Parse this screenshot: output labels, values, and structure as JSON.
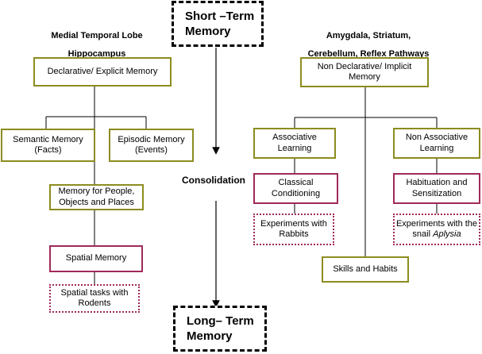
{
  "memory_types": {
    "short_term": "Short –Term Memory",
    "long_term": "Long– Term Memory",
    "consolidation": "Consolidation"
  },
  "left": {
    "brain_region_line1": "Medial Temporal Lobe",
    "brain_region_line2": "Hippocampus",
    "root": "Declarative/ Explicit Memory",
    "semantic": "Semantic Memory",
    "semantic_sub": "(Facts)",
    "episodic": "Episodic Memory",
    "episodic_sub": "(Events)",
    "people_objects": "Memory for People, Objects and Places",
    "spatial": "Spatial Memory",
    "spatial_tasks": "Spatial tasks with Rodents"
  },
  "right": {
    "brain_region_line1": "Amygdala, Striatum,",
    "brain_region_line2": "Cerebellum, Reflex Pathways",
    "root": "Non Declarative/ Implicit Memory",
    "associative": "Associative Learning",
    "non_associative": "Non Associative Learning",
    "classical": "Classical Conditioning",
    "habituation": "Habituation and Sensitization",
    "rabbits": "Experiments with Rabbits",
    "snail_prefix": "Experiments with the snail",
    "snail_italic": "Aplysia",
    "skills": "Skills and Habits"
  },
  "colors": {
    "olive_border": "#8c8c1f",
    "maroon_border": "#a02a5a",
    "line": "#000000"
  }
}
